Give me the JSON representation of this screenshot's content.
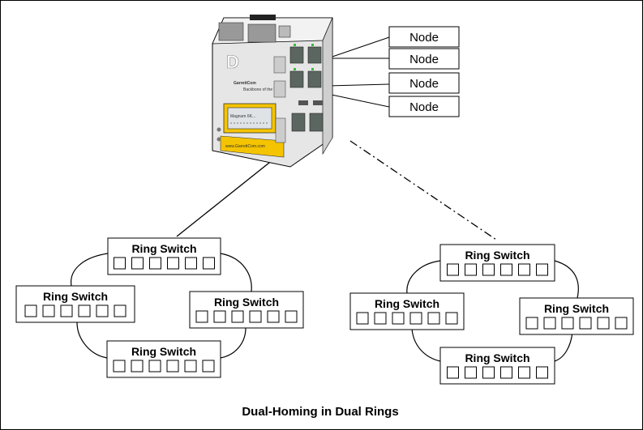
{
  "device": {
    "brand": "GarrettCom",
    "tagline": "Backbone of the Web",
    "lcd_text": "Magnum 6K...",
    "website": "www.GarrettCom.com"
  },
  "nodes": [
    "Node",
    "Node",
    "Node",
    "Node"
  ],
  "ring_left": {
    "switches": [
      "Ring Switch",
      "Ring Switch",
      "Ring Switch",
      "Ring Switch"
    ]
  },
  "ring_right": {
    "switches": [
      "Ring Switch",
      "Ring Switch",
      "Ring Switch",
      "Ring Switch"
    ]
  },
  "caption": "Dual-Homing in Dual Rings",
  "colors": {
    "line": "#000000",
    "device_body": "#e6e6e6",
    "accent": "#f5c400"
  }
}
